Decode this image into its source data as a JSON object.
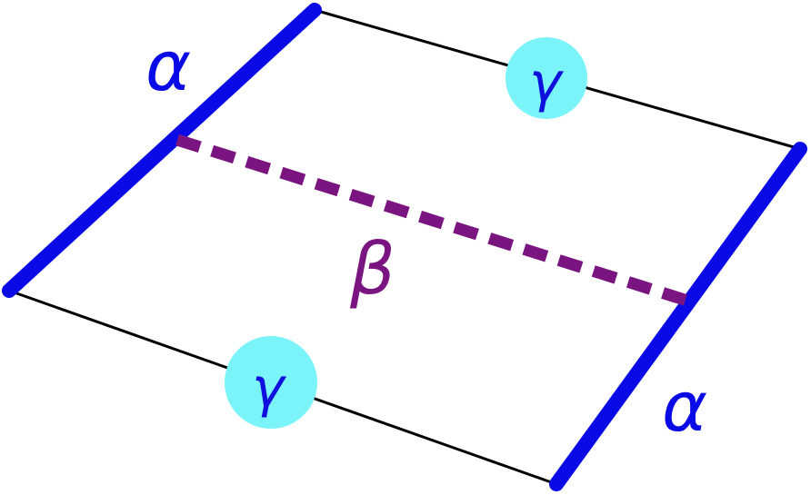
{
  "labels": {
    "alpha_left": "α",
    "alpha_right": "α",
    "beta": "β",
    "gamma_top": "γ",
    "gamma_bottom": "γ"
  },
  "colors": {
    "alpha_edge": "#0a0ae6",
    "beta_line": "#7a1480",
    "gamma_circle": "#7af4f8",
    "gamma_text": "#1010dd",
    "thin_edge": "#000000"
  }
}
